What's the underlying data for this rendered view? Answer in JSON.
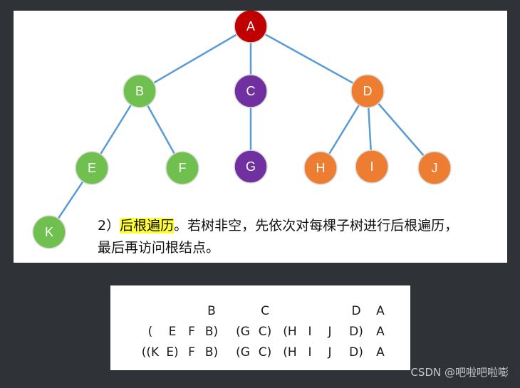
{
  "tree": {
    "nodes": [
      {
        "id": "A",
        "label": "A",
        "color": "#c00000"
      },
      {
        "id": "B",
        "label": "B",
        "color": "#70c050"
      },
      {
        "id": "C",
        "label": "C",
        "color": "#7030a0"
      },
      {
        "id": "D",
        "label": "D",
        "color": "#ed7d31"
      },
      {
        "id": "E",
        "label": "E",
        "color": "#70c050"
      },
      {
        "id": "F",
        "label": "F",
        "color": "#70c050"
      },
      {
        "id": "G",
        "label": "G",
        "color": "#7030a0"
      },
      {
        "id": "H",
        "label": "H",
        "color": "#ed7d31"
      },
      {
        "id": "I",
        "label": "I",
        "color": "#ed7d31"
      },
      {
        "id": "J",
        "label": "J",
        "color": "#ed7d31"
      },
      {
        "id": "K",
        "label": "K",
        "color": "#70c050"
      }
    ],
    "edges": [
      [
        "A",
        "B"
      ],
      [
        "A",
        "C"
      ],
      [
        "A",
        "D"
      ],
      [
        "B",
        "E"
      ],
      [
        "B",
        "F"
      ],
      [
        "C",
        "G"
      ],
      [
        "D",
        "H"
      ],
      [
        "D",
        "I"
      ],
      [
        "D",
        "J"
      ],
      [
        "E",
        "K"
      ]
    ],
    "edge_color": "#5b9bd5"
  },
  "caption": {
    "prefix": "2）",
    "highlight": "后根遍历",
    "rest": "。若树非空，先依次对每棵子树进行后根遍历，最后再访问根结点。"
  },
  "sequence": {
    "rows": [
      [
        "",
        "",
        "",
        "B",
        "",
        "C",
        "",
        "",
        "",
        "D",
        "A"
      ],
      [
        "(",
        "E",
        "F",
        "B)",
        "(G",
        "C)",
        "(H",
        "I",
        "J",
        "D)",
        "A"
      ],
      [
        "((K",
        "E)",
        "F",
        "B)",
        "(G",
        "C)",
        "(H",
        "I",
        "J",
        "D)",
        "A"
      ]
    ]
  },
  "watermark": "CSDN @吧啦吧啦嘭"
}
